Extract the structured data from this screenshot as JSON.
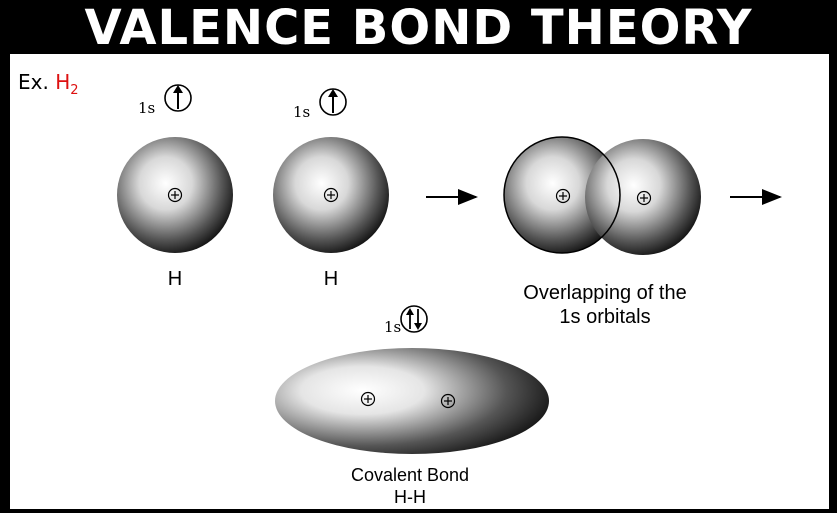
{
  "title": "VALENCE BOND THEORY",
  "example": {
    "prefix": "Ex.",
    "formula_main": "H",
    "formula_sub": "2"
  },
  "atom1": {
    "orbital": "1s",
    "label": "H"
  },
  "atom2": {
    "orbital": "1s",
    "label": "H"
  },
  "overlap": {
    "line1": "Overlapping of the",
    "line2": "1s orbitals"
  },
  "bond": {
    "orbital": "1s",
    "line1": "Covalent Bond",
    "line2": "H-H"
  },
  "colors": {
    "header_bg": "#000000",
    "header_text": "#ffffff",
    "formula_accent": "#dd1111"
  }
}
